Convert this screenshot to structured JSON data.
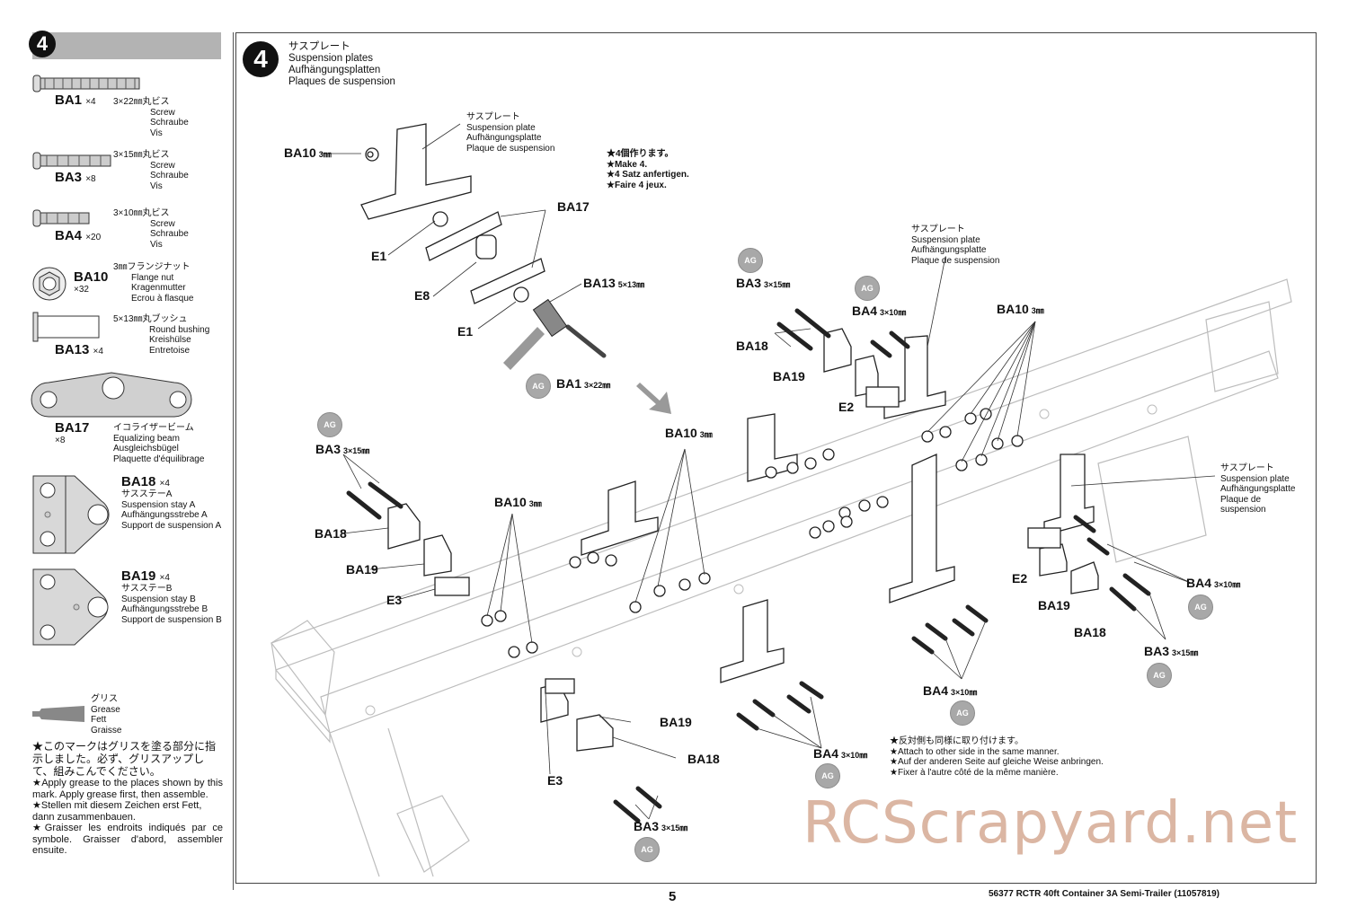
{
  "sidebar": {
    "step_number": "4",
    "parts": [
      {
        "id": "BA1",
        "qty": "×4",
        "jp": "3×22㎜丸ビス",
        "en": "Screw",
        "de": "Schraube",
        "fr": "Vis"
      },
      {
        "id": "BA3",
        "qty": "×8",
        "jp": "3×15㎜丸ビス",
        "en": "Screw",
        "de": "Schraube",
        "fr": "Vis"
      },
      {
        "id": "BA4",
        "qty": "×20",
        "jp": "3×10㎜丸ビス",
        "en": "Screw",
        "de": "Schraube",
        "fr": "Vis"
      },
      {
        "id": "BA10",
        "qty": "×32",
        "jp": "3㎜フランジナット",
        "en": "Flange nut",
        "de": "Kragenmutter",
        "fr": "Ecrou à flasque"
      },
      {
        "id": "BA13",
        "qty": "×4",
        "jp": "5×13㎜丸ブッシュ",
        "en": "Round bushing",
        "de": "Kreishülse",
        "fr": "Entretoise"
      },
      {
        "id": "BA17",
        "qty": "×8",
        "jp": "イコライザービーム",
        "en": "Equalizing beam",
        "de": "Ausgleichsbügel",
        "fr": "Plaquette d'équilibrage"
      },
      {
        "id": "BA18",
        "qty": "×4",
        "jp": "サスステーA",
        "en": "Suspension stay A",
        "de": "Aufhängungsstrebe A",
        "fr": "Support de suspension A"
      },
      {
        "id": "BA19",
        "qty": "×4",
        "jp": "サスステーB",
        "en": "Suspension stay B",
        "de": "Aufhängungsstrebe B",
        "fr": "Support de suspension B"
      }
    ],
    "grease": {
      "jp": "グリス",
      "en": "Grease",
      "de": "Fett",
      "fr": "Graisse",
      "note_jp": "★このマークはグリスを塗る部分に指示しました。必ず、グリスアップして、組みこんでください。",
      "note_en": "★Apply grease to the places shown by this mark. Apply grease first, then assemble.",
      "note_de": "★Stellen mit diesem Zeichen erst Fett, dann zusammenbauen.",
      "note_fr": "★Graisser les endroits indiqués par ce symbole. Graisser d'abord, assembler ensuite."
    }
  },
  "main": {
    "step_number": "4",
    "title_jp": "サスプレート",
    "title_en": "Suspension plates",
    "title_de": "Aufhängungsplatten",
    "title_fr": "Plaques de suspension",
    "plate_callout": {
      "jp": "サスプレート",
      "en": "Suspension plate",
      "de": "Aufhängungsplatte",
      "fr": "Plaque de suspension"
    },
    "plate_callout_right": {
      "jp": "サスプレート",
      "en": "Suspension plate",
      "de": "Aufhängungsplatte",
      "fr1": "Plaque de",
      "fr2": "suspension"
    },
    "make4": {
      "jp": "★4個作ります。",
      "en": "★Make 4.",
      "de": "★4 Satz anfertigen.",
      "fr": "★Faire 4 jeux."
    },
    "other_side": {
      "jp": "★反対側も同様に取り付けます。",
      "en": "★Attach to other side in the same manner.",
      "de": "★Auf der anderen Seite auf gleiche Weise anbringen.",
      "fr": "★Fixer à l'autre côté de la même manière."
    },
    "ag_badge": "AG",
    "labels": {
      "ba10": "BA10",
      "ba10_size": "3㎜",
      "ba17": "BA17",
      "ba13": "BA13",
      "ba13_size": "5×13㎜",
      "ba1": "BA1",
      "ba1_size": "3×22㎜",
      "ba3": "BA3",
      "ba3_size": "3×15㎜",
      "ba4": "BA4",
      "ba4_size": "3×10㎜",
      "ba18": "BA18",
      "ba19": "BA19",
      "e1": "E1",
      "e2": "E2",
      "e3": "E3",
      "e8": "E8"
    }
  },
  "footer": {
    "page_number": "5",
    "reference": "56377  RCTR 40ft Container 3A Semi-Trailer (11057819)"
  },
  "watermark": "RCScrapyard.net"
}
